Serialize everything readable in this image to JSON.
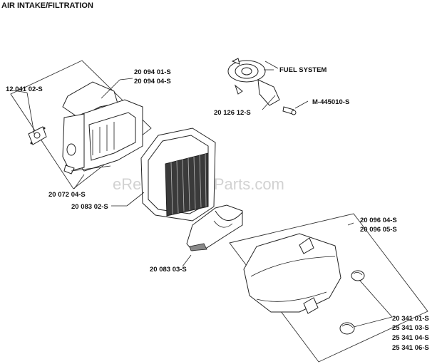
{
  "title": "AIR INTAKE/FILTRATION",
  "watermark": "eReplacementParts.com",
  "labels": {
    "fuel_system": "FUEL SYSTEM",
    "p_12041_02": "12 041 02-S",
    "p_20094_01": "20 094 01-S",
    "p_20094_04": "20 094 04-S",
    "p_20072_04": "20 072 04-S",
    "p_20083_02": "20 083 02-S",
    "p_20083_03": "20 083 03-S",
    "p_20126_12": "20 126 12-S",
    "p_m445010": "M-445010-S",
    "p_20096_04": "20 096 04-S",
    "p_20096_05": "20 096 05-S",
    "p_20341_01": "20 341 01-S",
    "p_25341_03": "25 341 03-S",
    "p_25341_04": "25 341 04-S",
    "p_25341_06": "25 341 06-S"
  }
}
